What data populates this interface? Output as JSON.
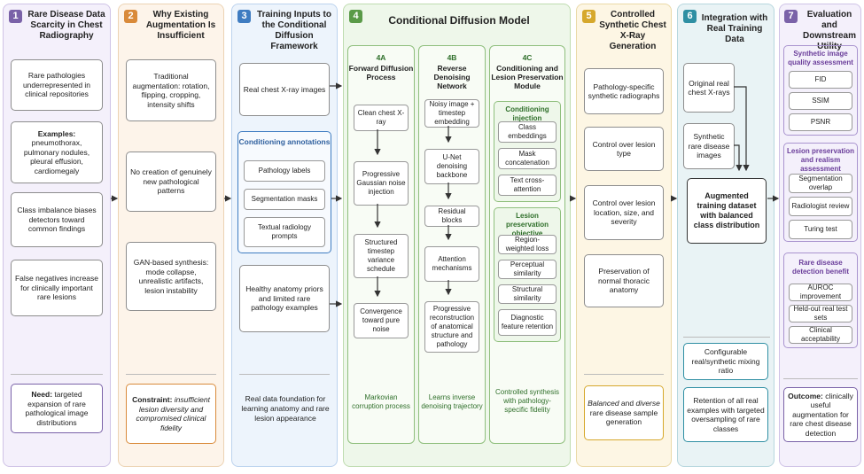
{
  "colors": {
    "p1": "#7a62a8",
    "p2": "#d98a3a",
    "p3": "#3f7cc1",
    "p4": "#5a9a48",
    "p5": "#d6a82c",
    "p6": "#2f8fa3",
    "p7": "#7a62a8"
  },
  "panel1": {
    "num": "1",
    "title": "Rare Disease Data Scarcity in Chest Radiography",
    "box1": "Rare pathologies underrepresented in clinical repositories",
    "box2_label": "Examples:",
    "box2_text": " pneumothorax, pulmonary nodules, pleural effusion, cardiomegaly",
    "box3": "Class imbalance biases detectors toward common findings",
    "box4": "False negatives increase for clinically important rare lesions",
    "need_label": "Need:",
    "need_text": " targeted expansion of rare pathological image distributions"
  },
  "panel2": {
    "num": "2",
    "title": "Why Existing Augmentation Is Insufficient",
    "box1": "Traditional augmentation: rotation, flipping, cropping, intensity shifts",
    "box2": "No creation of genuinely new pathological patterns",
    "box3": "GAN-based synthesis: mode collapse, unrealistic artifacts, lesion instability",
    "constraint_label": "Constraint:",
    "constraint_text": " insufficient lesion diversity and compromised clinical fidelity"
  },
  "panel3": {
    "num": "3",
    "title": "Training Inputs to the Conditional Diffusion Framework",
    "box1": "Real chest X-ray images",
    "cond_title": "Conditioning annotations",
    "cond_items": [
      "Pathology labels",
      "Segmentation masks",
      "Textual radiology prompts"
    ],
    "box3": "Healthy anatomy priors and limited rare pathology examples",
    "foot": "Real data foundation for learning anatomy and rare lesion appearance"
  },
  "panel4": {
    "num": "4",
    "title": "Conditional Diffusion Model",
    "colA": {
      "id": "4A",
      "title": "Forward Diffusion Process",
      "steps": [
        "Clean chest X-ray",
        "Progressive Gaussian noise injection",
        "Structured timestep variance schedule",
        "Convergence toward pure noise"
      ],
      "foot": "Markovian corruption process"
    },
    "colB": {
      "id": "4B",
      "title": "Reverse Denoising Network",
      "steps": [
        "Noisy image + timestep embedding",
        "U-Net denoising backbone",
        "Residual blocks",
        "Attention mechanisms",
        "Progressive reconstruction of anatomical structure and pathology"
      ],
      "foot": "Learns inverse denoising trajectory"
    },
    "colC": {
      "id": "4C",
      "title": "Conditioning and Lesion Preservation Module",
      "g1_title": "Conditioning injection",
      "g1_items": [
        "Class embeddings",
        "Mask concatenation",
        "Text cross-attention"
      ],
      "g2_title": "Lesion preservation objective",
      "g2_items": [
        "Region-weighted loss",
        "Perceptual similarity",
        "Structural similarity",
        "Diagnostic feature retention"
      ],
      "foot": "Controlled synthesis with pathology-specific fidelity"
    }
  },
  "panel5": {
    "num": "5",
    "title": "Controlled Synthetic Chest X-Ray Generation",
    "items": [
      "Pathology-specific synthetic radiographs",
      "Control over lesion type",
      "Control over lesion location, size, and severity",
      "Preservation of normal thoracic anatomy"
    ],
    "foot_pre": "Balanced",
    "foot_mid": " and ",
    "foot_it": "diverse",
    "foot_post": " rare disease sample generation"
  },
  "panel6": {
    "num": "6",
    "title": "Integration with Real Training Data",
    "box1": "Original real chest X-rays",
    "box2": "Synthetic rare disease images",
    "center": "Augmented training dataset with balanced class distribution",
    "box4": "Configurable real/synthetic mixing ratio",
    "box5": "Retention of all real examples with targeted oversampling of rare classes"
  },
  "panel7": {
    "num": "7",
    "title": "Evaluation and Downstream Utility",
    "g1_title": "Synthetic image quality assessment",
    "g1_items": [
      "FID",
      "SSIM",
      "PSNR"
    ],
    "g2_title": "Lesion preservation and realism assessment",
    "g2_items": [
      "Segmentation overlap",
      "Radiologist review",
      "Turing test"
    ],
    "g3_title": "Rare disease detection benefit",
    "g3_items": [
      "AUROC improvement",
      "Held-out real test sets",
      "Clinical acceptability"
    ],
    "outcome_label": "Outcome:",
    "outcome_text": " clinically useful augmentation for rare chest disease detection"
  }
}
